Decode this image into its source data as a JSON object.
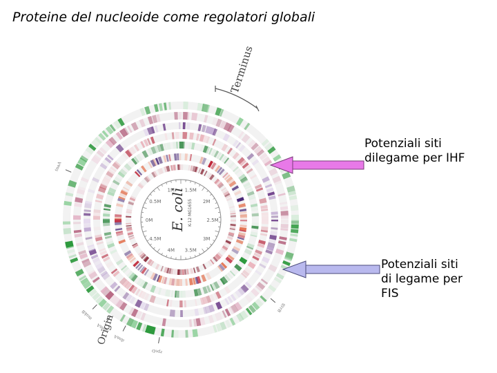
{
  "title": "Proteine del nucleoide come regolatori globali",
  "diagram": {
    "organism_label": "E. coli",
    "organism_sublabel": "K-12 MG1655",
    "terminus_label": "Terminus",
    "origin_label": "Origin",
    "inner_scale_labels": [
      "0M",
      "0.5M",
      "1M",
      "1.5M",
      "2M",
      "2.5M",
      "3M",
      "3.5M",
      "4M",
      "4.5M"
    ],
    "outer_gene_labels": [
      "tnaA",
      "mukB",
      "sbmA",
      "dnaA",
      "rpoD",
      "gyrB"
    ],
    "colors": {
      "ihf": "#e879e8",
      "fis": "#b9b9ee",
      "green": "#2e9a3e",
      "red": "#c0273a",
      "purple": "#4a2a78"
    }
  },
  "callouts": {
    "ihf": "Potenziali siti\ndilegame per IHF",
    "fis": "Potenziali siti\ndi legame per\nFIS"
  }
}
